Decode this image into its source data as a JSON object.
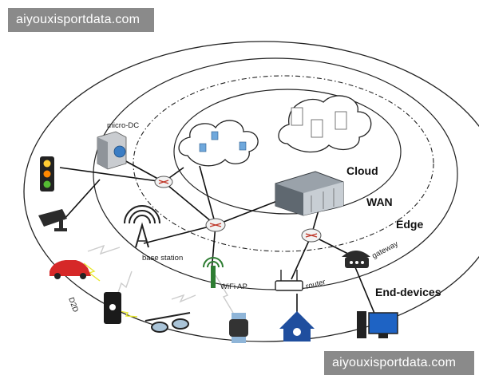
{
  "watermark": {
    "top": "aiyouxisportdata.com",
    "bottom": "aiyouxisportdata.com"
  },
  "zones": {
    "cloud": "Cloud",
    "wan": "WAN",
    "edge": "Edge",
    "end_devices": "End-devices"
  },
  "labels": {
    "micro_dc": "micro-DC",
    "base_station": "base station",
    "wifi_ap": "WiFi AP",
    "router": "router",
    "gateway": "gateway",
    "d2d": "D2D"
  },
  "icons": {
    "link_color": "#111111",
    "wireless_color": "#e8e830",
    "router_color": "#c0392b",
    "car_color": "#d62828",
    "home_color": "#1f4e9e",
    "monitor_color": "#1e63c4"
  }
}
